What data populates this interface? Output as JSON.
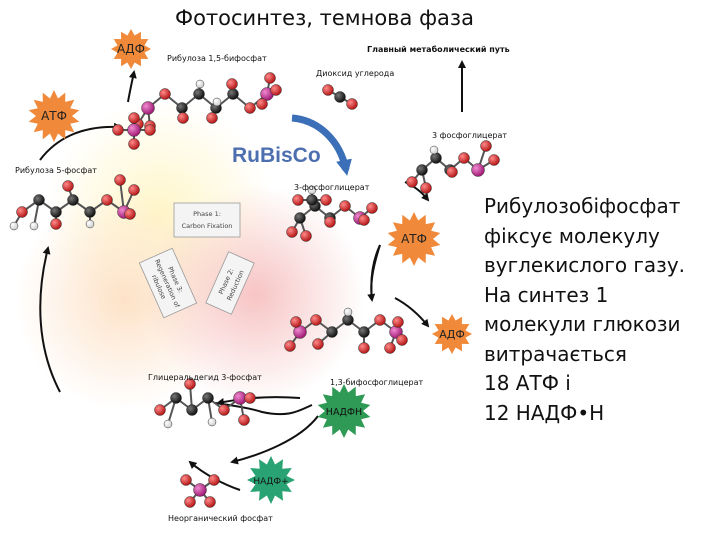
{
  "title": "Фотосинтез, темнова фаза",
  "cycle": {
    "rubisco": "RuBisCo",
    "phase1_line1": "Phase 1:",
    "phase1_line2": "Carbon Fixation",
    "phase2_line1": "Phase 2:",
    "phase2_line2": "Reduction",
    "phase3_line1": "Phase 3:",
    "phase3_line2": "Regeneration of",
    "phase3_line3": "ribulose"
  },
  "molecules": {
    "ribulose_bisphosphate": "Рибулоза 1,5-бифосфат",
    "carbon_dioxide": "Диоксид углерода",
    "main_pathway": "Главный метаболический путь",
    "pga_top": "3 фосфоглицерат",
    "pga_mid": "3-фосфоглицерат",
    "bisphosphoglycerate": "1,3-бифосфоглицерат",
    "glyceraldehyde": "Глицеральдегид 3-фосфат",
    "inorganic_phosphate": "Неорганический фосфат",
    "ribulose_5p": "Рибулоза 5-фосфат"
  },
  "badges": {
    "adp": "АДФ",
    "atp_left": "АТФ",
    "atp_right": "АТФ",
    "adp_right": "АДФ",
    "nadph": "НАДФН",
    "nadp": "НАДФ+"
  },
  "side_text": [
    "Рибулозобіфосфат",
    "фіксує молекулу",
    "вуглекислого газу.",
    " На синтез 1",
    "молекули глюкози",
    " витрачається",
    "18 АТФ і",
    "12 НАДФ•Н"
  ],
  "colors": {
    "carbon": "#1a1a1a",
    "oxygen": "#d42b2b",
    "phosphorus": "#c2338f",
    "hydrogen": "#ffffff",
    "atp_badge": "#f08a3a",
    "nadph_badge": "#2e9a55",
    "nadp_badge": "#2aa374",
    "rubisco_text": "#4d6fb0",
    "rubisco_arrow": "#3b6fb8"
  }
}
